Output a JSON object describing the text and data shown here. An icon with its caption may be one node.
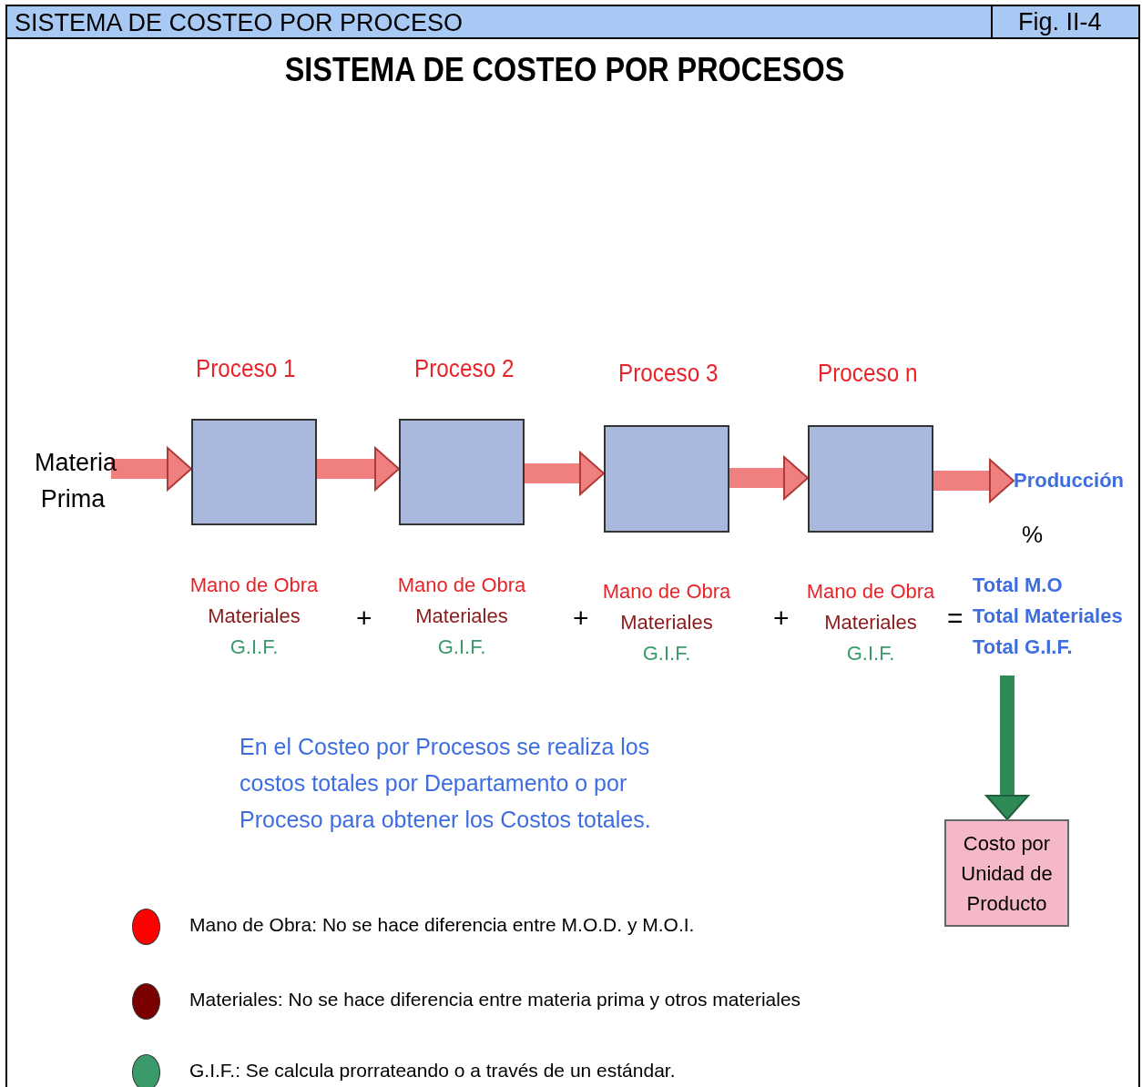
{
  "diagram": {
    "title": "SISTEMA DE COSTEO POR PROCESOS",
    "nodes": [
      {
        "text": [
          "Materia Prima"
        ]
      },
      {
        "text": [
          "Proceso 1"
        ],
        "beside": [
          "Mano de Obra",
          "Materiales",
          "G.I.F."
        ]
      },
      {
        "text": [
          "Proceso 2"
        ],
        "beside": [
          "Mano de Obra",
          "Materiales",
          "G.I.F."
        ]
      },
      {
        "text": [
          "Proceso 3"
        ],
        "beside": [
          "Mano de Obra",
          "Materiales",
          "G.I.F."
        ]
      },
      {
        "text": [
          "Proceso n"
        ],
        "beside": [
          "Mano de Obra",
          "Materiales",
          "G.I.F."
        ]
      },
      {
        "text": [
          "Producción"
        ]
      },
      {
        "text": [
          "Total M.O",
          "Total Materiales",
          "Total G.I.F."
        ]
      },
      {
        "text": [
          "Costo por Unidad de Producto"
        ]
      }
    ],
    "edges": [
      {
        "from": 0,
        "to": 1,
        "arrow": "to"
      },
      {
        "from": 1,
        "to": 2,
        "arrow": "to"
      },
      {
        "from": 2,
        "to": 3,
        "arrow": "to"
      },
      {
        "from": 3,
        "to": 4,
        "arrow": "to"
      },
      {
        "from": 4,
        "to": 5,
        "arrow": "to"
      },
      {
        "from": 6,
        "to": 7,
        "arrow": "to",
        "color": "#2e8b57"
      }
    ],
    "labels": [
      "SISTEMA DE COSTEO POR PROCESO",
      "Fig. II-4",
      "%",
      "+",
      "+",
      "+",
      "=",
      "En el Costeo por Procesos se realiza los costos totales por Departamento o por Proceso para obtener los Costos totales."
    ],
    "legend": [
      {
        "text": "Mano de Obra: No se hace diferencia entre M.O.D. y M.O.I.",
        "color": "#ff0000"
      },
      {
        "text": "Materiales: No se hace diferencia entre materia prima y otros materiales",
        "color": "#7a0000"
      },
      {
        "text": "G.I.F.: Se calcula prorrateando o a través de un estándar.",
        "color": "#3a9a6a"
      }
    ]
  }
}
